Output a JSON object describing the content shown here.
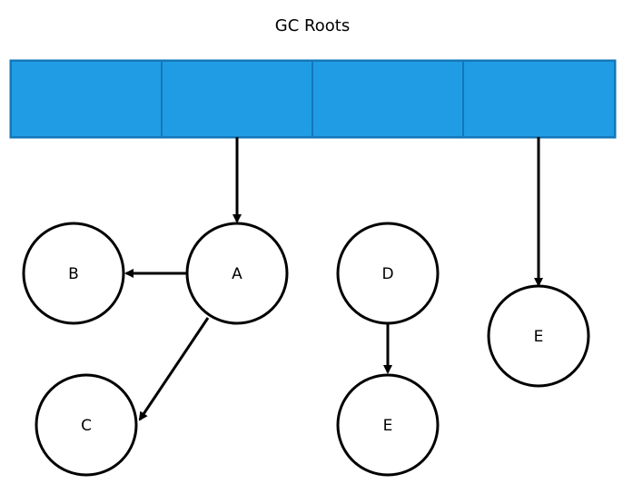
{
  "title": "GC Roots",
  "colors": {
    "root_fill": "#1f9ce4",
    "root_stroke": "#1477b8",
    "stroke": "#000000",
    "node_fill": "#ffffff"
  },
  "roots_bar": {
    "cell_count": 4
  },
  "nodes": [
    {
      "id": "A",
      "label": "A"
    },
    {
      "id": "B",
      "label": "B"
    },
    {
      "id": "C",
      "label": "C"
    },
    {
      "id": "D",
      "label": "D"
    },
    {
      "id": "E1",
      "label": "E"
    },
    {
      "id": "E2",
      "label": "E"
    }
  ],
  "edges": [
    {
      "from": "root-cell-2",
      "to": "A"
    },
    {
      "from": "A",
      "to": "B"
    },
    {
      "from": "A",
      "to": "C"
    },
    {
      "from": "D",
      "to": "E1"
    },
    {
      "from": "root-cell-4",
      "to": "E2"
    }
  ]
}
